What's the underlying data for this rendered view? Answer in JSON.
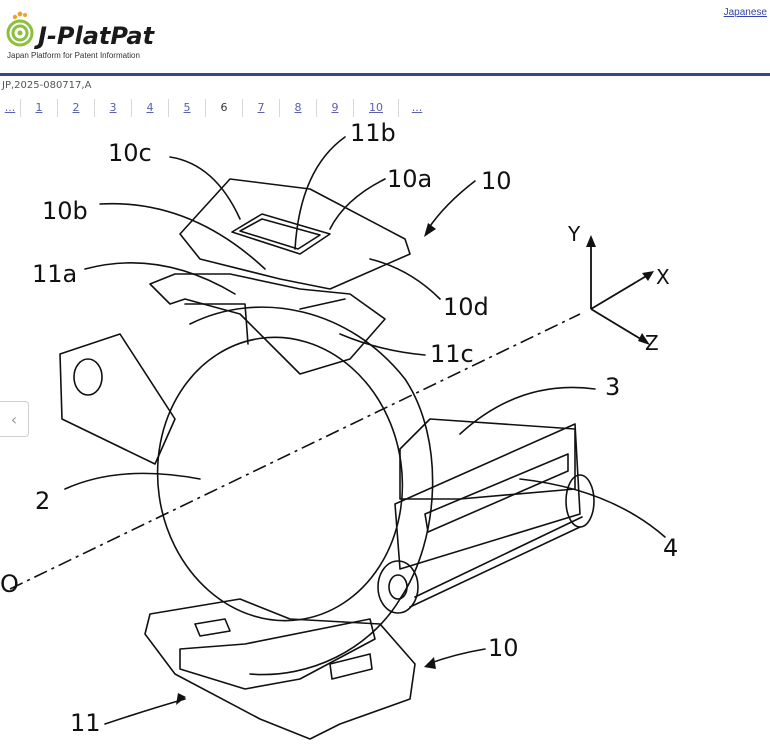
{
  "header": {
    "logo_text": "J-PlatPat",
    "logo_subtitle": "Japan Platform for Patent Information",
    "language_link": "Japanese"
  },
  "document": {
    "number": "JP,2025-080717,A"
  },
  "pager": {
    "pages": [
      {
        "label": "...",
        "current": false
      },
      {
        "label": "1",
        "current": false
      },
      {
        "label": "2",
        "current": false
      },
      {
        "label": "3",
        "current": false
      },
      {
        "label": "4",
        "current": false
      },
      {
        "label": "5",
        "current": false
      },
      {
        "label": "6",
        "current": true
      },
      {
        "label": "7",
        "current": false
      },
      {
        "label": "8",
        "current": false
      },
      {
        "label": "9",
        "current": false
      },
      {
        "label": "10",
        "current": false
      },
      {
        "label": "...",
        "current": false
      }
    ]
  },
  "drawing": {
    "labels": {
      "l10c": "10c",
      "l11b": "11b",
      "l10a": "10a",
      "l10_top": "10",
      "l10b": "10b",
      "l11a": "11a",
      "l10d": "10d",
      "l11c": "11c",
      "l3": "3",
      "l2": "2",
      "l4": "4",
      "lO": "O",
      "l10_bottom": "10",
      "l11": "11",
      "axis_x": "X",
      "axis_y": "Y",
      "axis_z": "Z"
    }
  },
  "nav": {
    "prev_icon": "chevron-left-icon"
  },
  "colors": {
    "header_rule": "#2c4a8c",
    "link": "#5a5fb0",
    "logo_dark": "#1a1a1a",
    "logo_green": "#8bbf3c",
    "logo_orange": "#f0a030"
  }
}
